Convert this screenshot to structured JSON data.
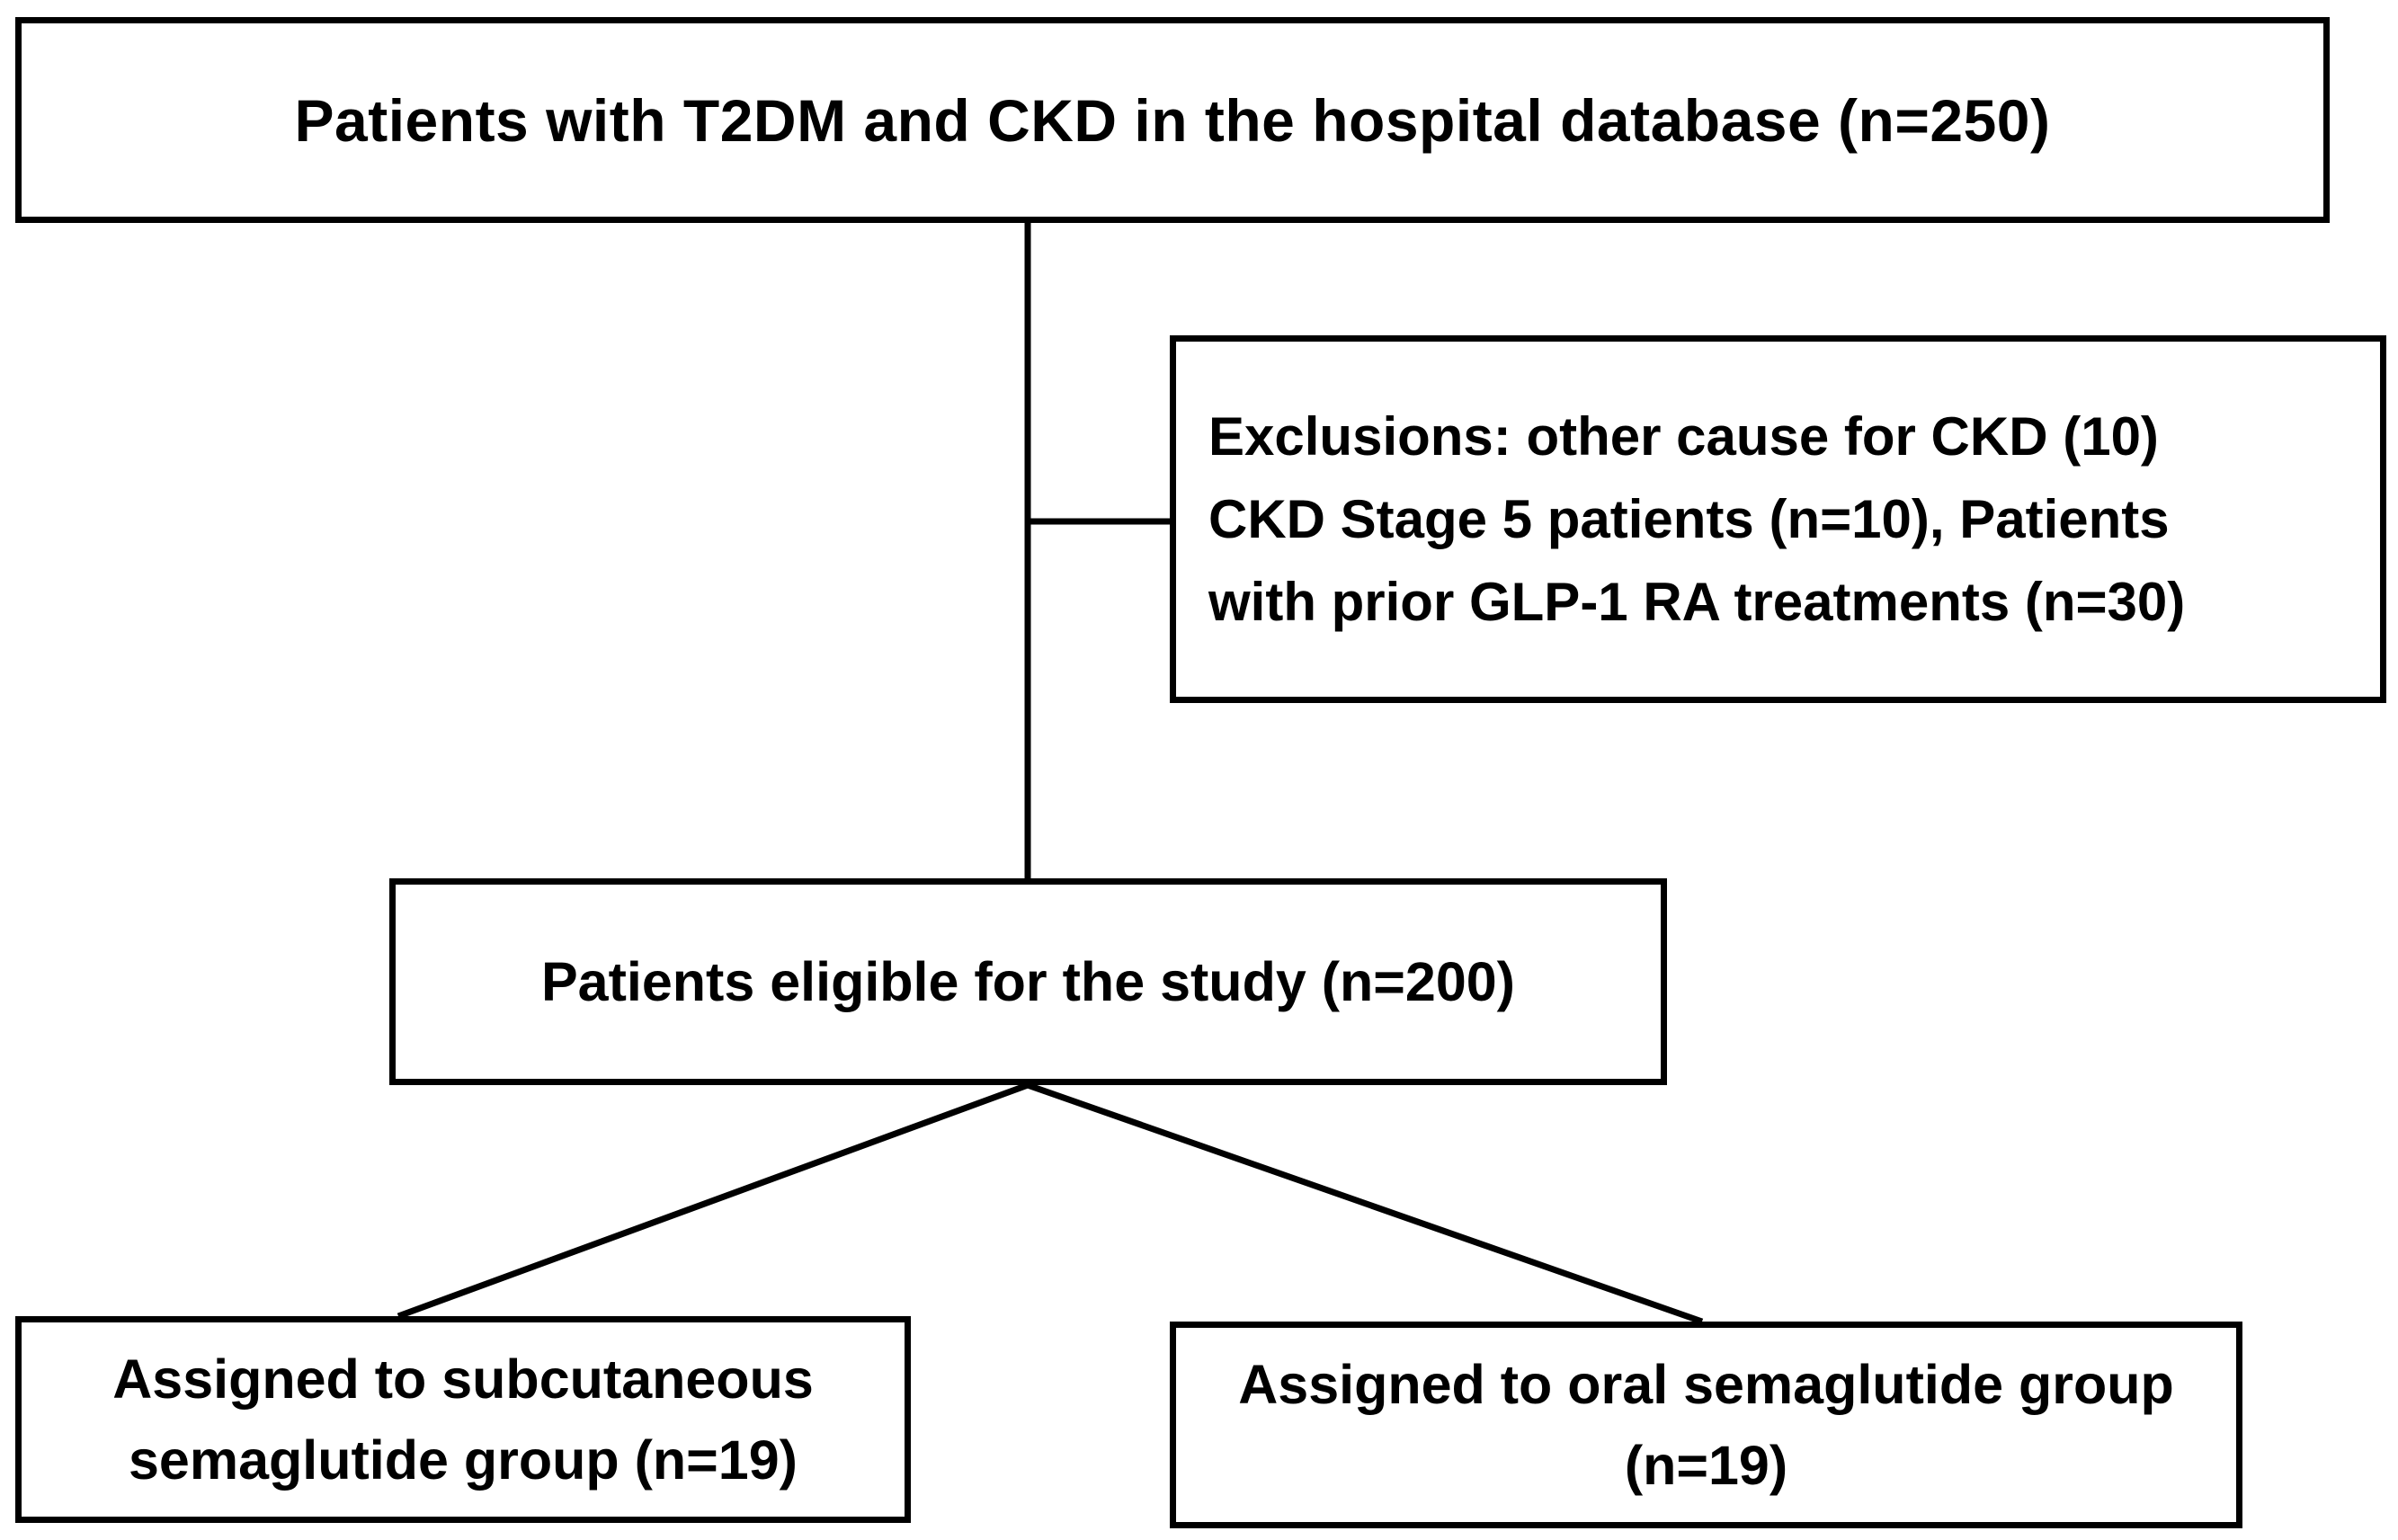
{
  "nodes": {
    "database": {
      "lines": [
        "Patients with T2DM and CKD in the hospital database (n=250)"
      ]
    },
    "exclusions": {
      "lines": [
        "Exclusions: other cause for CKD (10)",
        "CKD Stage 5 patients (n=10), Patients",
        "with prior GLP-1 RA treatments (n=30)"
      ]
    },
    "eligible": {
      "lines": [
        "Patients eligible for the study (n=200)"
      ]
    },
    "subcutaneous": {
      "lines": [
        "Assigned to subcutaneous",
        "semaglutide group (n=19)"
      ]
    },
    "oral": {
      "lines": [
        "Assigned to oral semaglutide group",
        "(n=19)"
      ]
    }
  },
  "edges": [
    {
      "from": "database",
      "to": "eligible"
    },
    {
      "from": "database",
      "to": "exclusions"
    },
    {
      "from": "eligible",
      "to": "subcutaneous"
    },
    {
      "from": "eligible",
      "to": "oral"
    }
  ],
  "colors": {
    "stroke": "#000000",
    "background": "#ffffff",
    "text": "#000000"
  }
}
